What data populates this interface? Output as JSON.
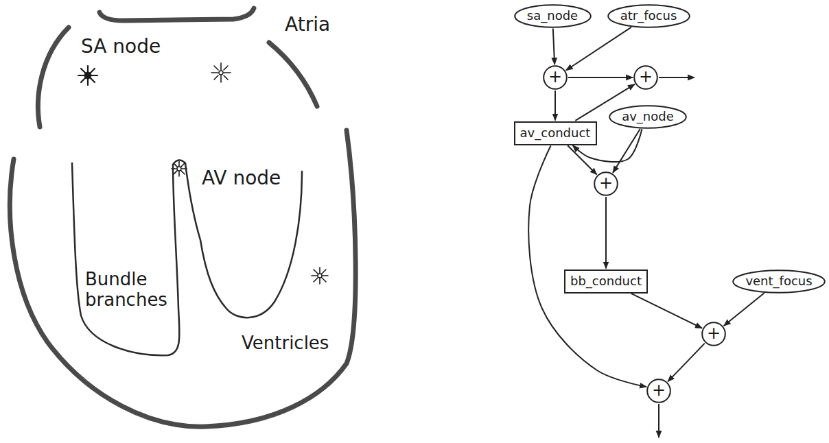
{
  "diagram": {
    "nodes": [
      {
        "text": [
          "sa_node"
        ]
      },
      {
        "text": [
          "atr_focus"
        ]
      },
      {
        "text": [
          "+"
        ]
      },
      {
        "text": [
          "+"
        ]
      },
      {
        "text": [
          "av_conduct"
        ]
      },
      {
        "text": [
          "av_node"
        ]
      },
      {
        "text": [
          "+"
        ]
      },
      {
        "text": [
          "bb_conduct"
        ]
      },
      {
        "text": [
          "vent_focus"
        ]
      },
      {
        "text": [
          "+"
        ]
      },
      {
        "text": [
          "+"
        ]
      }
    ],
    "edges": [
      {
        "from": 0,
        "to": 2,
        "arrow": "to"
      },
      {
        "from": 1,
        "to": 2,
        "arrow": "to"
      },
      {
        "from": 2,
        "to": 3,
        "arrow": "to"
      },
      {
        "from": 2,
        "to": 4,
        "arrow": "to"
      },
      {
        "from": 4,
        "to": 3,
        "arrow": "to"
      },
      {
        "from": 5,
        "to": 4,
        "arrow": "to"
      },
      {
        "from": 4,
        "to": 6,
        "arrow": "to"
      },
      {
        "from": 5,
        "to": 6,
        "arrow": "to"
      },
      {
        "from": 4,
        "to": 10,
        "arrow": "to"
      },
      {
        "from": 6,
        "to": 7,
        "arrow": "to"
      },
      {
        "from": 7,
        "to": 9,
        "arrow": "to"
      },
      {
        "from": 8,
        "to": 9,
        "arrow": "to"
      },
      {
        "from": 9,
        "to": 10,
        "arrow": "to"
      }
    ],
    "labels": [
      "SA node",
      "Atria",
      "AV node",
      "Bundle branches",
      "Ventricles"
    ]
  }
}
